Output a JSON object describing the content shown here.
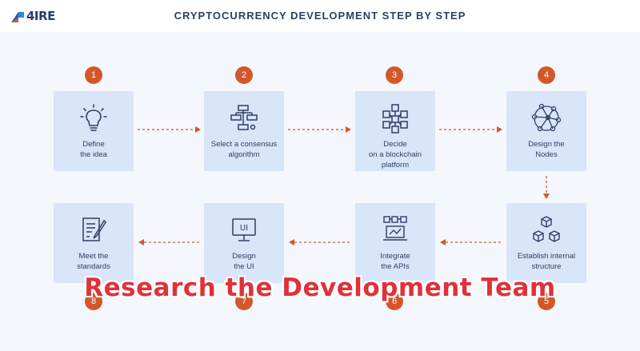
{
  "header": {
    "logo_text": "4IRE",
    "title": "CRYPTOCURRENCY DEVELOPMENT STEP BY STEP"
  },
  "steps": [
    {
      "number": "1",
      "label": "Define\nthe idea",
      "icon": "lightbulb-icon"
    },
    {
      "number": "2",
      "label": "Select a consensus\nalgorithm",
      "icon": "flowchart-icon"
    },
    {
      "number": "3",
      "label": "Decide\non a blockchain\nplatform",
      "icon": "blockchain-network-icon"
    },
    {
      "number": "4",
      "label": "Design the\nNodes",
      "icon": "nodes-network-icon"
    },
    {
      "number": "5",
      "label": "Establish internal\nstructure",
      "icon": "cubes-structure-icon"
    },
    {
      "number": "6",
      "label": "Integrate\nthe APIs",
      "icon": "api-laptop-icon"
    },
    {
      "number": "7",
      "label": "Design\nthe UI",
      "icon": "ui-monitor-icon"
    },
    {
      "number": "8",
      "label": "Meet the\nstandards",
      "icon": "document-pen-icon"
    }
  ],
  "overlay_caption": "Research the Development Team",
  "colors": {
    "accent": "#d4572a",
    "card": "#d9e5f8",
    "text": "#2d3f66",
    "overlay": "#e0313a"
  }
}
